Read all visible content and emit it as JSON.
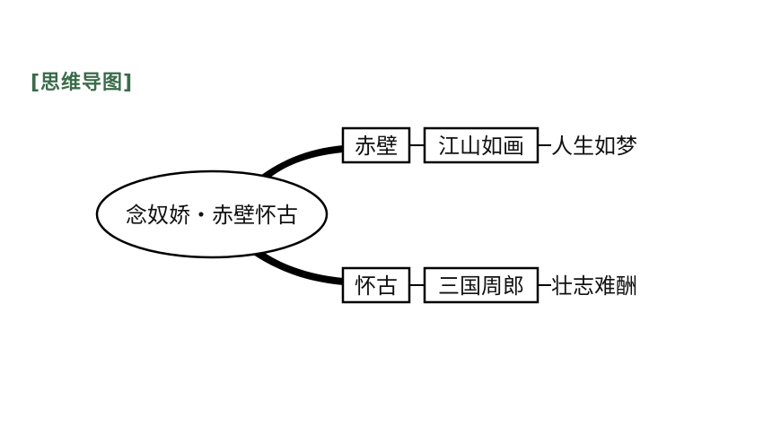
{
  "heading": "[思维导图]",
  "heading_color": "#3a6b4a",
  "center": "念奴娇・赤壁怀古",
  "branches": [
    {
      "topic": "赤壁",
      "theme": "江山如画",
      "result": "人生如梦"
    },
    {
      "topic": "怀古",
      "theme": "三国周郎",
      "result": "壮志难酬"
    }
  ]
}
